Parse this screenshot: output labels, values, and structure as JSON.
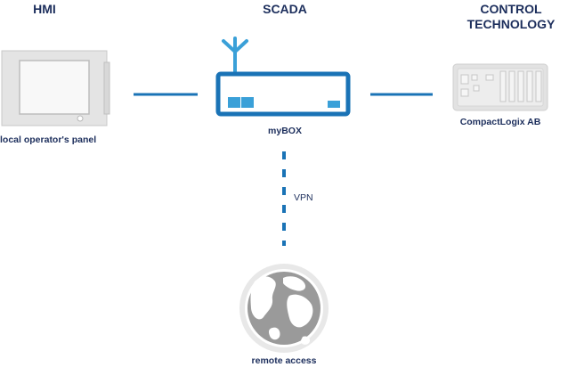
{
  "columns": {
    "hmi": "HMI",
    "scada": "SCADA",
    "control_line1": "CONTROL",
    "control_line2": "TECHNOLOGY"
  },
  "devices": {
    "panel_label": "local operator's panel",
    "router_label": "myBOX",
    "plc_label": "CompactLogix AB",
    "remote_label": "remote access"
  },
  "links": {
    "vpn_label": "VPN"
  },
  "colors": {
    "accent": "#1a73b6",
    "accent_light": "#3aa0d8",
    "text": "#1c2e5c",
    "device_gray": "#dcdcdc"
  }
}
